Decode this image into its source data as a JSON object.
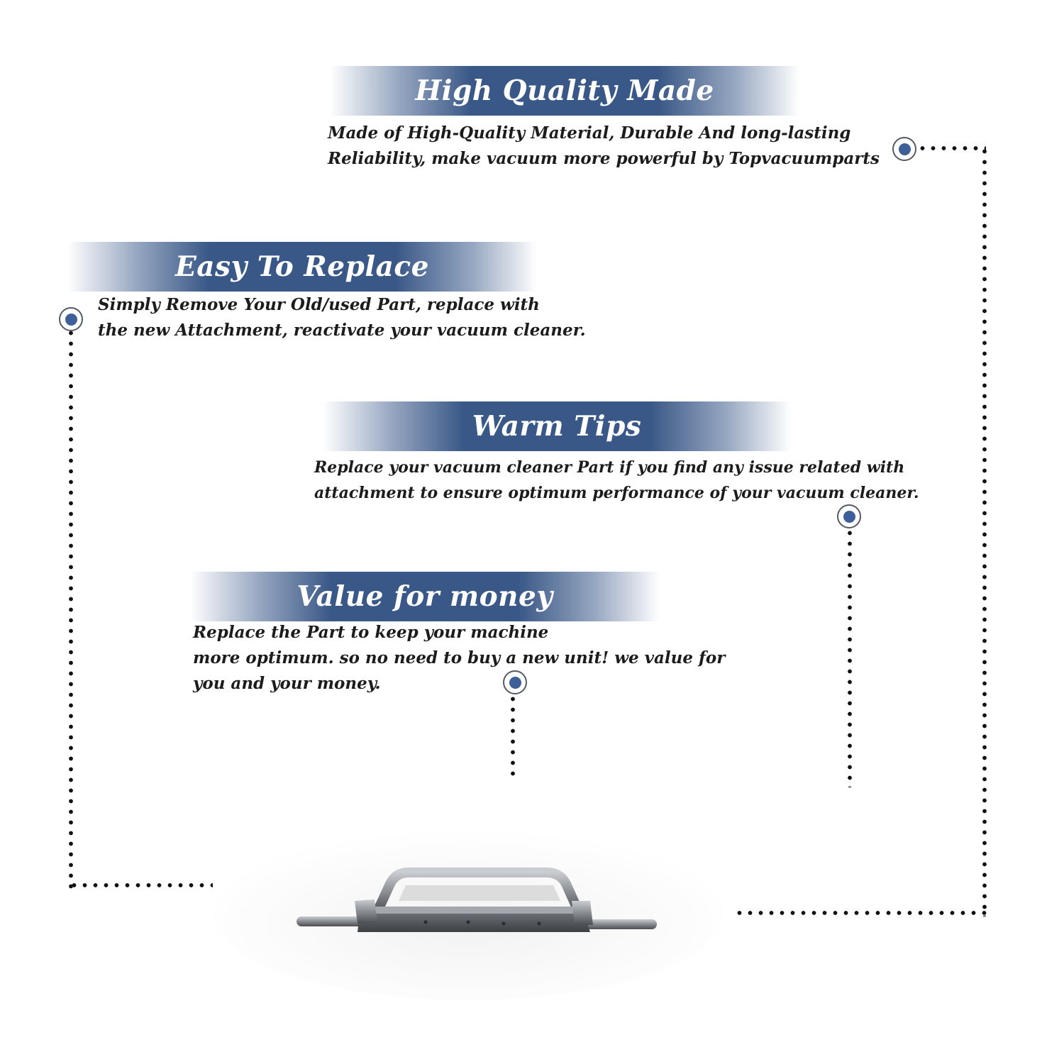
{
  "sections": {
    "quality": {
      "title": "High Quality Made",
      "lines": [
        "Made of  High-Quality Material, Durable And long-lasting",
        "Reliability, make vacuum more powerful by Topvacuumparts"
      ]
    },
    "replace": {
      "title": "Easy To Replace",
      "lines": [
        "Simply Remove Your Old/used Part, replace with",
        "the new Attachment, reactivate your vacuum cleaner."
      ]
    },
    "tips": {
      "title": "Warm Tips",
      "lines": [
        "Replace your vacuum cleaner Part if you find any issue related with",
        " attachment to ensure optimum performance of your vacuum cleaner."
      ]
    },
    "value": {
      "title": "Value for money",
      "lines": [
        "Replace the Part to keep your machine",
        "more optimum. so no need to buy a new unit! we value for",
        "you and your money."
      ]
    }
  },
  "colors": {
    "banner": "#3a5887",
    "marker_fill": "#3e5f98",
    "marker_ring": "#555a63",
    "dots": "#111111"
  },
  "icons": {
    "marker": "target-dot-icon",
    "product": "vacuum-bracket-part"
  }
}
